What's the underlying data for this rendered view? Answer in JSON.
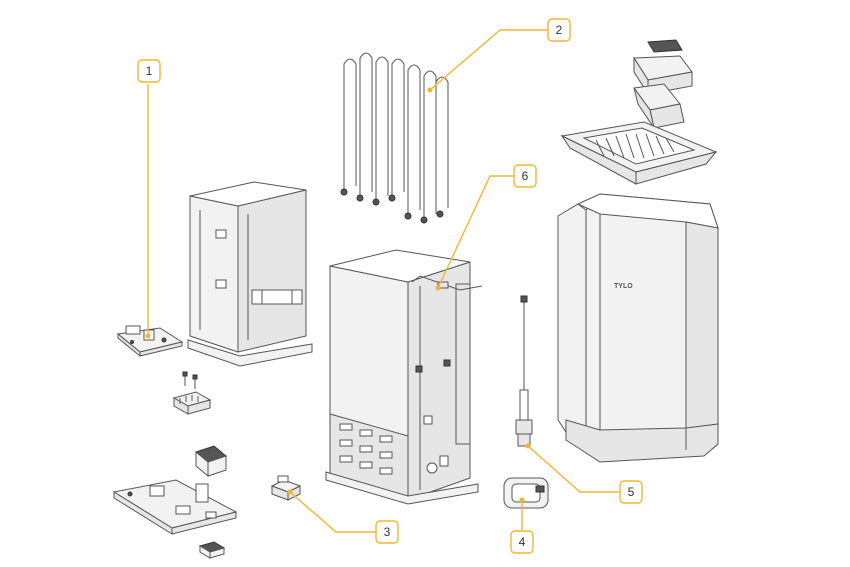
{
  "callouts": [
    {
      "label": "1"
    },
    {
      "label": "2"
    },
    {
      "label": "3"
    },
    {
      "label": "4"
    },
    {
      "label": "5"
    },
    {
      "label": "6"
    }
  ],
  "brand_mark": "TYLO",
  "colors": {
    "callout": "#f2b632",
    "outline": "#555555",
    "part_fill": "#f2f2f2"
  }
}
